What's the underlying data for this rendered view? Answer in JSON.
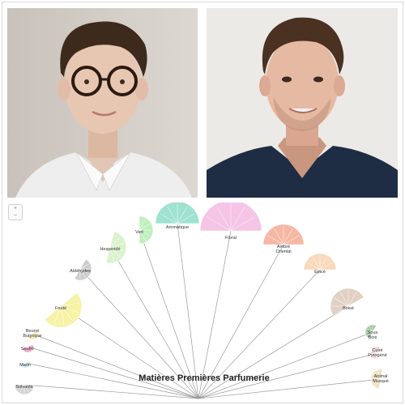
{
  "zoom": {
    "plus": "+",
    "minus": "–"
  },
  "chart_data": {
    "type": "radial-tree",
    "title": "Matières Premières Parfumerie",
    "nodes": [
      {
        "label": "Solvants",
        "color": "#d4d4d4"
      },
      {
        "label": "Marin",
        "color": "#b9e2ee"
      },
      {
        "label": "Soufré",
        "color": "#ef8fbe"
      },
      {
        "label": "Beurré\nButyrique",
        "color": "#efe49a"
      },
      {
        "label": "Fruité",
        "color": "#f6f2a6"
      },
      {
        "label": "Aldéhydes",
        "color": "#cdcdcd"
      },
      {
        "label": "Hespéridé",
        "color": "#daf3cc"
      },
      {
        "label": "Vert",
        "color": "#bfefbd"
      },
      {
        "label": "Aromatique",
        "color": "#9fe2cf"
      },
      {
        "label": "Floral",
        "color": "#f6c4e6"
      },
      {
        "label": "Ambré\nOriental",
        "color": "#f6b7a4"
      },
      {
        "label": "Epicé",
        "color": "#f9d9b9"
      },
      {
        "label": "Boisé",
        "color": "#e1d1c2"
      },
      {
        "label": "Sous\nBois",
        "color": "#9fc79d"
      },
      {
        "label": "Cuiré\nPyrogéné",
        "color": "#ecd2cd"
      },
      {
        "label": "Animal\nMusqué",
        "color": "#efe1c3"
      }
    ]
  }
}
